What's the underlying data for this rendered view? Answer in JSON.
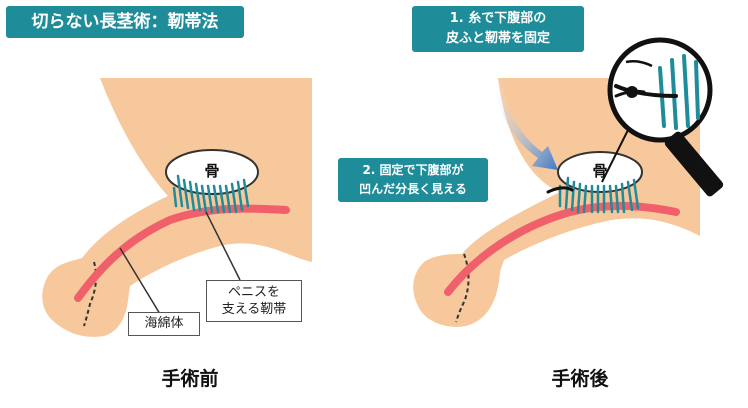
{
  "title": "切らない長茎術：靭帯法",
  "labels": {
    "bone_left": "骨",
    "bone_right": "骨",
    "corpus": "海綿体",
    "ligament_line1": "ペニスを",
    "ligament_line2": "支える靭帯",
    "step1_line1": "1. 糸で下腹部の",
    "step1_line2": "皮ふと靭帯を固定",
    "step2_line1": "2. 固定で下腹部が",
    "step2_line2": "凹んだ分長く見える",
    "before": "手術前",
    "after": "手術後"
  },
  "colors": {
    "skin": "#f7c89b",
    "corpus_line": "#f0606a",
    "ligament": "#1f8c9a",
    "label_bg": "#1f8c9a",
    "arrow": "#3c78c8"
  }
}
